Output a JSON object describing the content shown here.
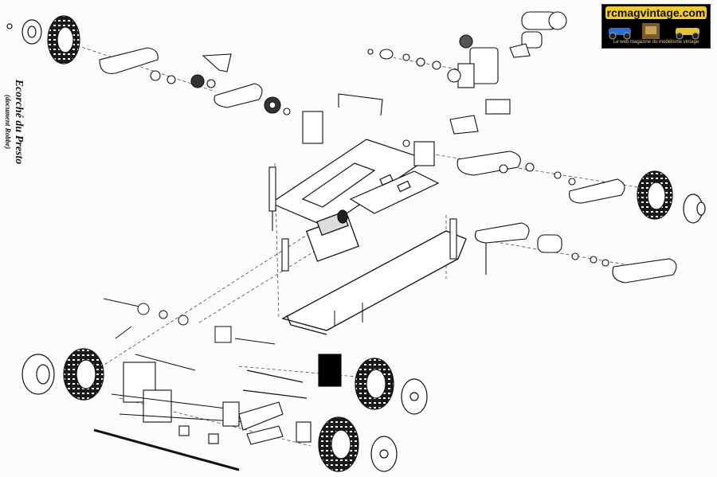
{
  "caption": {
    "title": "Ecorché du Presto",
    "subtitle": "(document Robbe)"
  },
  "logo": {
    "site": "rcmagvintage.com",
    "tagline": "Le web magazine du modélisme vintage",
    "accent_color": "#f2c92e",
    "background_color": "#000000"
  },
  "drawing": {
    "subject": "exploded-view-rc-car-chassis",
    "line_color": "#111111",
    "paper_color": "#fcfcfc"
  }
}
